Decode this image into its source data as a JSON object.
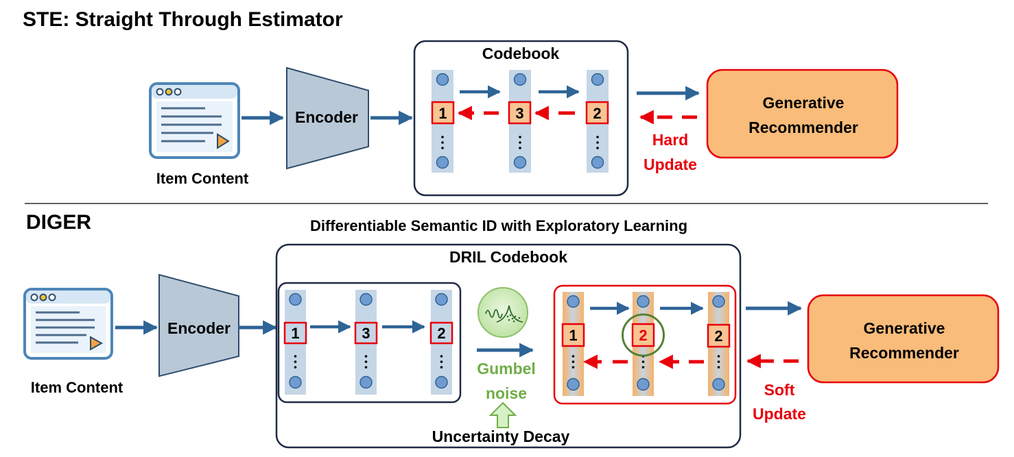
{
  "ste": {
    "title": "STE: Straight Through Estimator",
    "item_label": "Item Content",
    "encoder_label": "Encoder",
    "codebook_label": "Codebook",
    "codes": [
      "1",
      "3",
      "2"
    ],
    "recommender_line1": "Generative",
    "recommender_line2": "Recommender",
    "update_line1": "Hard",
    "update_line2": "Update"
  },
  "diger": {
    "title": "DIGER",
    "subtitle": "Differentiable Semantic ID with Exploratory Learning",
    "item_label": "Item Content",
    "encoder_label": "Encoder",
    "codebook_label": "DRIL Codebook",
    "left_codes": [
      "1",
      "3",
      "2"
    ],
    "right_codes": [
      "1",
      "2",
      "2"
    ],
    "noise_line1": "Gumbel",
    "noise_line2": "noise",
    "decay_label": "Uncertainty Decay",
    "recommender_line1": "Generative",
    "recommender_line2": "Recommender",
    "update_line1": "Soft",
    "update_line2": "Update"
  },
  "colors": {
    "arrow_blue": "#2e6496",
    "update_red": "#e8000b",
    "encoder_fill": "#b8c8d6",
    "column_fill": "#c5d6e6",
    "dot_fill": "#6f9bd0",
    "code_fill": "#f8c493",
    "recommender_fill": "#f9bc7a",
    "recommender_border": "#e8000b",
    "noise_green": "#70ad47"
  },
  "icons": [
    "browser-window-icon",
    "gumbel-noise-icon",
    "up-arrow-icon"
  ]
}
